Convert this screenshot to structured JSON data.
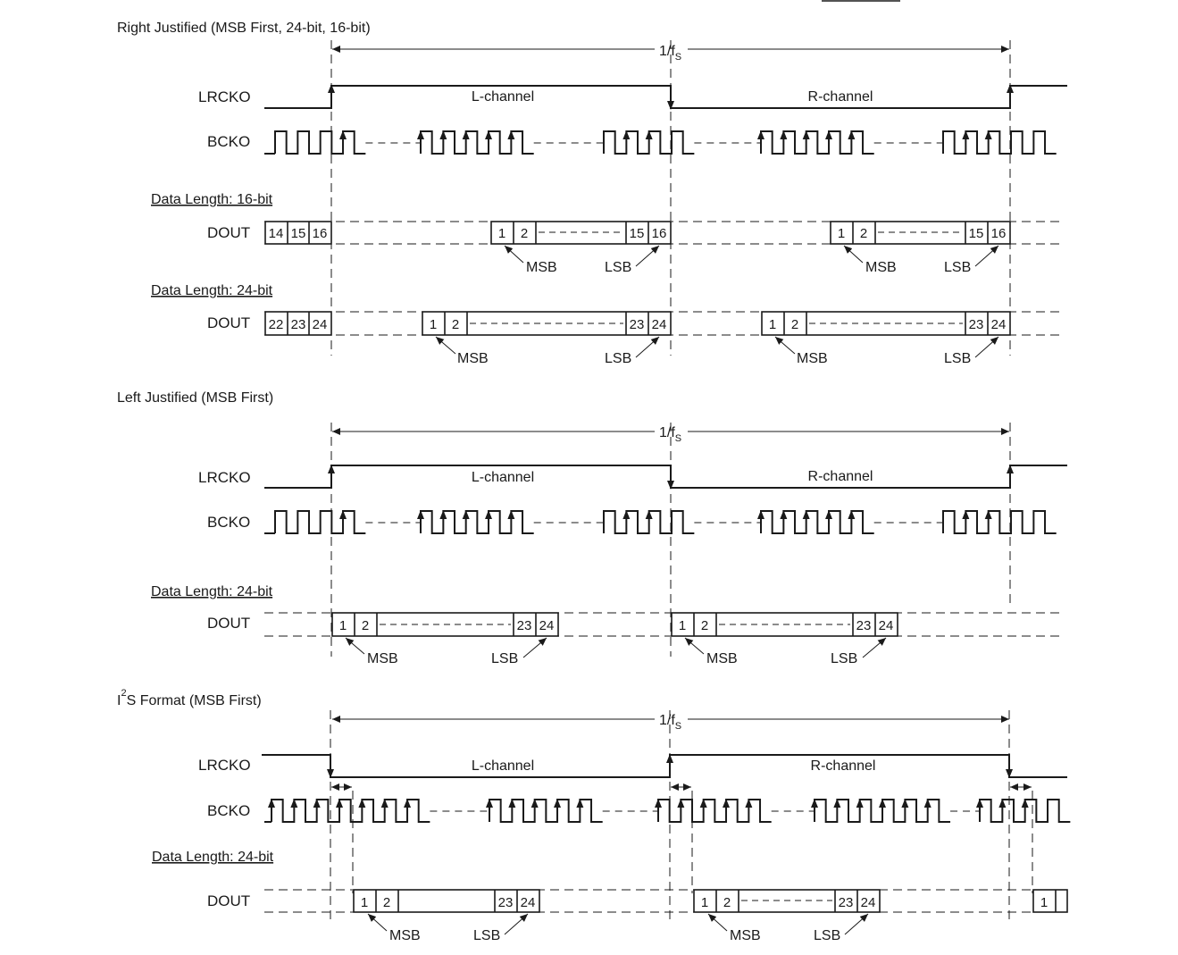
{
  "sections": [
    {
      "title": "Right Justified (MSB First, 24-bit, 16-bit)",
      "period_label": "1/f",
      "period_sub": "S",
      "signals": {
        "lrck": "LRCKO",
        "bck": "BCKO"
      },
      "channels": {
        "left": "L-channel",
        "right": "R-channel"
      },
      "data_rows": [
        {
          "heading": "Data Length: 16-bit",
          "signal": "DOUT",
          "tail_cells": [
            "14",
            "15",
            "16"
          ],
          "word_start": [
            "1",
            "2"
          ],
          "word_end": [
            "15",
            "16"
          ],
          "msb": "MSB",
          "lsb": "LSB"
        },
        {
          "heading": "Data Length: 24-bit",
          "signal": "DOUT",
          "tail_cells": [
            "22",
            "23",
            "24"
          ],
          "word_start": [
            "1",
            "2"
          ],
          "word_end": [
            "23",
            "24"
          ],
          "msb": "MSB",
          "lsb": "LSB"
        }
      ]
    },
    {
      "title": "Left Justified (MSB First)",
      "period_label": "1/f",
      "period_sub": "S",
      "signals": {
        "lrck": "LRCKO",
        "bck": "BCKO"
      },
      "channels": {
        "left": "L-channel",
        "right": "R-channel"
      },
      "data_rows": [
        {
          "heading": "Data Length: 24-bit",
          "signal": "DOUT",
          "word_start": [
            "1",
            "2"
          ],
          "word_end": [
            "23",
            "24"
          ],
          "msb": "MSB",
          "lsb": "LSB"
        }
      ]
    },
    {
      "title_prefix": "I",
      "title_sup": "2",
      "title": "S Format (MSB First)",
      "period_label": "1/f",
      "period_sub": "S",
      "signals": {
        "lrck": "LRCKO",
        "bck": "BCKO"
      },
      "channels": {
        "left": "L-channel",
        "right": "R-channel"
      },
      "data_rows": [
        {
          "heading": "Data Length: 24-bit",
          "signal": "DOUT",
          "word_start": [
            "1",
            "2"
          ],
          "word_end": [
            "23",
            "24"
          ],
          "next_word": [
            "1"
          ],
          "msb": "MSB",
          "lsb": "LSB"
        }
      ]
    }
  ]
}
